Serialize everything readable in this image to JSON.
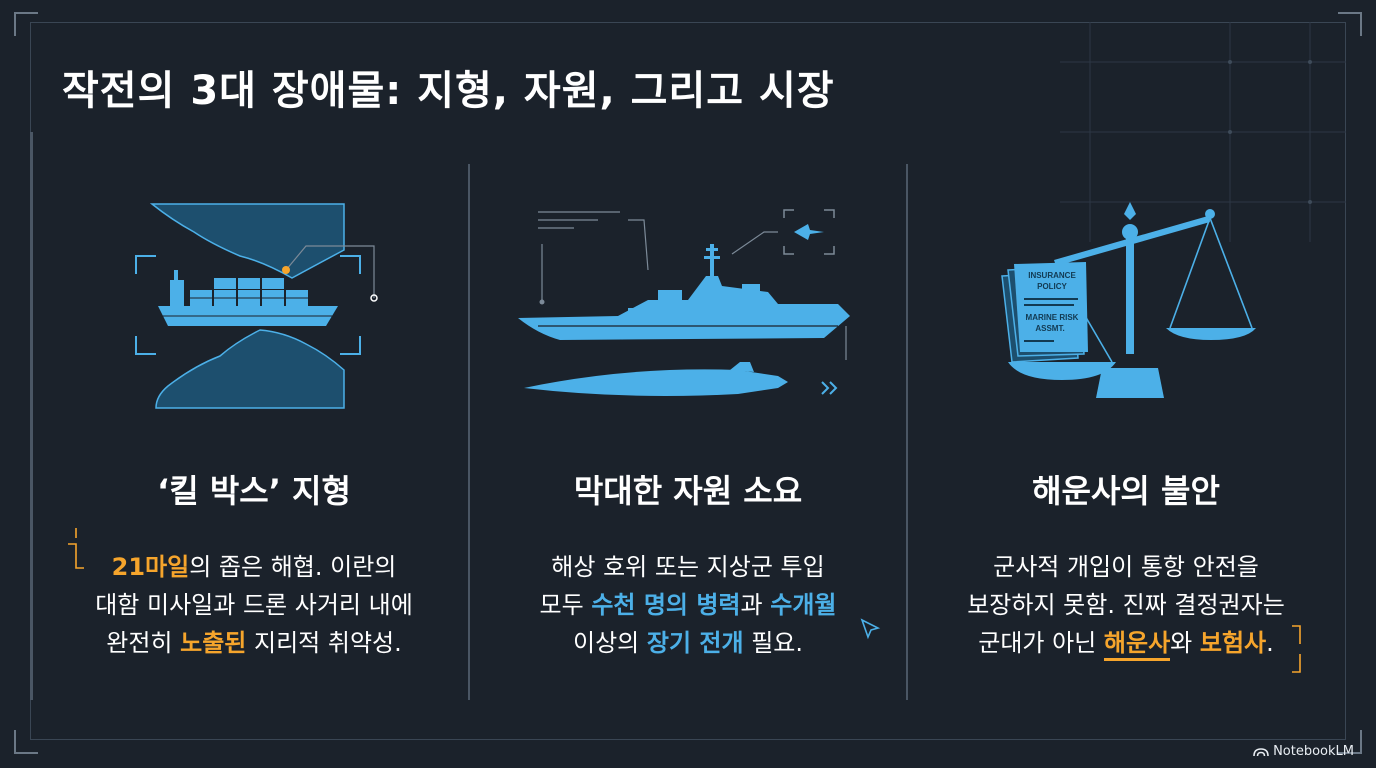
{
  "title": "작전의 3대 장애물: 지형, 자원, 그리고 시장",
  "columns": [
    {
      "heading": "‘킬 박스’ 지형",
      "icon": "container-ship-in-strait-icon",
      "lines": [
        [
          {
            "t": "21마일",
            "hl": "orange"
          },
          {
            "t": "의 좁은 해협. 이란의"
          }
        ],
        [
          {
            "t": "대함 미사일과 드론 사거리 내에"
          }
        ],
        [
          {
            "t": "완전히 "
          },
          {
            "t": "노출된",
            "hl": "orange"
          },
          {
            "t": " 지리적 취약성."
          }
        ]
      ]
    },
    {
      "heading": "막대한 자원 소요",
      "icon": "warship-and-submarine-icon",
      "lines": [
        [
          {
            "t": "해상 호위 또는 지상군 투입"
          }
        ],
        [
          {
            "t": "모두 "
          },
          {
            "t": "수천 명의 병력",
            "hl": "blue"
          },
          {
            "t": "과 "
          },
          {
            "t": "수개월",
            "hl": "blue"
          }
        ],
        [
          {
            "t": "이상의 "
          },
          {
            "t": "장기 전개",
            "hl": "blue"
          },
          {
            "t": " 필요."
          }
        ]
      ]
    },
    {
      "heading": "해운사의 불안",
      "icon": "insurance-scale-icon",
      "lines": [
        [
          {
            "t": "군사적 개입이 통항 안전을"
          }
        ],
        [
          {
            "t": "보장하지 못함. 진짜 결정권자는"
          }
        ],
        [
          {
            "t": "군대가 아닌 "
          },
          {
            "t": "해운사",
            "hl": "orange"
          },
          {
            "t": "와 "
          },
          {
            "t": "보험사",
            "hl": "orange"
          },
          {
            "t": "."
          }
        ]
      ]
    }
  ],
  "doc_text": {
    "line1": "INSURANCE",
    "line2": "POLICY",
    "line3": "MARINE RISK",
    "line4": "ASSMT."
  },
  "brand": "NotebookLM",
  "colors": {
    "background": "#1b222b",
    "accent_orange": "#f6a52c",
    "accent_blue": "#4cb0e8",
    "dark_blue": "#1d4f6e"
  }
}
